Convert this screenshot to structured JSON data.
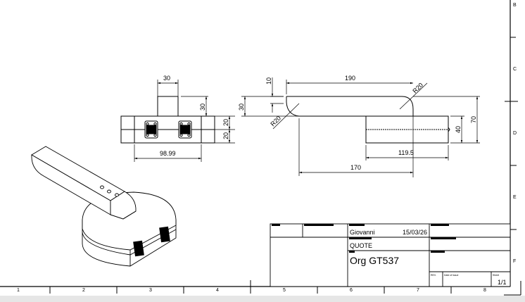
{
  "drawing": {
    "front_view": {
      "dims": {
        "top_width": "30",
        "top_height": "30",
        "upper_half": "20",
        "lower_half": "20",
        "base_width": "98.99"
      }
    },
    "side_view": {
      "dims": {
        "length": "190",
        "thickness_small": "10",
        "arm_height": "30",
        "radius_right": "R20",
        "radius_left": "R20",
        "total_height": "70",
        "base_height": "40",
        "base_length": "119.5",
        "offset_length": "170"
      }
    }
  },
  "title_block": {
    "author": "Giovanni",
    "date": "15/03/26",
    "doc_type": "QUOTE",
    "title": "Org GT537",
    "rev_label": "REV.",
    "date_issue_label": "Date of issue",
    "sheet_label": "Sheet",
    "sheet_value": "1/1"
  },
  "border": {
    "columns": [
      "1",
      "2",
      "3",
      "4",
      "5",
      "6",
      "7",
      "8"
    ],
    "rows": [
      "B",
      "C",
      "D",
      "E",
      "F"
    ]
  }
}
